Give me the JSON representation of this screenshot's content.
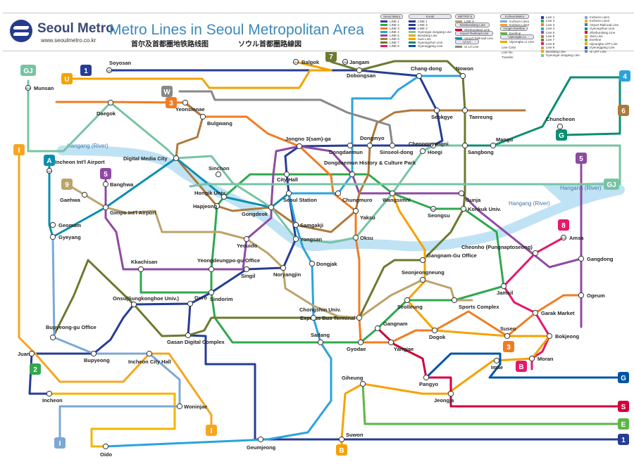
{
  "header": {
    "brand": "Seoul Metro",
    "url": "www.seoulmetro.co.kr",
    "title": "Metro Lines in Seoul Metropolitan Area",
    "subtitle_cn": "首尔及首都圈地铁路线图",
    "subtitle_jp": "ソウル首都圏路線図"
  },
  "legend": {
    "groups": [
      {
        "title": "Seoul Metro",
        "rows": [
          {
            "label": "LINE 1",
            "color": "#263c96"
          },
          {
            "label": "LINE 2",
            "color": "#2fa84f"
          },
          {
            "label": "LINE 3",
            "color": "#f07c22"
          },
          {
            "label": "LINE 4",
            "color": "#2ba3dc"
          },
          {
            "label": "LINE 5",
            "color": "#8e4aa3"
          },
          {
            "label": "LINE 6",
            "color": "#b0793b"
          },
          {
            "label": "LINE 7",
            "color": "#6b7a30"
          },
          {
            "label": "LINE 8",
            "color": "#e6186c"
          }
        ]
      },
      {
        "title": "Korail",
        "rows": [
          {
            "label": "LINE 1",
            "color": "#263c96"
          },
          {
            "label": "LINE 3",
            "color": "#263c96"
          },
          {
            "label": "LINE 4",
            "color": "#263c96"
          },
          {
            "label": "Gyeongui-Jungang Line",
            "color": "#77c4a3"
          },
          {
            "label": "Bundang Line",
            "color": "#f5a200"
          },
          {
            "label": "Suin Line",
            "color": "#f5a200"
          },
          {
            "label": "Gyeongchun Line",
            "color": "#0c8e72"
          },
          {
            "label": "Gyeonggang Line",
            "color": "#0054a6"
          }
        ]
      },
      {
        "title": "METRO 9",
        "rows": [
          {
            "label": "LINE 9",
            "color": "#bda36a"
          }
        ]
      },
      {
        "title": "Shinbundang Line",
        "rows": [
          {
            "label": "Shinbundang Line",
            "color": "#d4003b"
          }
        ]
      },
      {
        "title": "Airport Railroad Line",
        "rows": [
          {
            "label": "Airport Railroad Line",
            "color": "#0b8fb0"
          }
        ]
      },
      {
        "title": "IncheonMetro",
        "rows": [
          {
            "label": "Incheon Line1",
            "color": "#7ca8d5"
          },
          {
            "label": "Incheon Line2",
            "color": "#f5a623"
          }
        ]
      },
      {
        "title": "Yongin Everline",
        "rows": [
          {
            "label": "Everline",
            "color": "#5db645"
          }
        ]
      },
      {
        "title": "Uijeongbu Lt",
        "rows": [
          {
            "label": "Uijeongbu Lt Line",
            "color": "#f5a200"
          }
        ]
      },
      {
        "title": "Ui Lrt",
        "rows": [
          {
            "label": "Ui Lrt Line",
            "color": "#888888"
          }
        ]
      }
    ],
    "line_list": [
      {
        "label": "Line 1",
        "color": "#263c96"
      },
      {
        "label": "Line 2",
        "color": "#2fa84f"
      },
      {
        "label": "Line 3",
        "color": "#f07c22"
      },
      {
        "label": "Line 4",
        "color": "#2ba3dc"
      },
      {
        "label": "Line 5",
        "color": "#8e4aa3"
      },
      {
        "label": "Line 6",
        "color": "#b0793b"
      },
      {
        "label": "Line 7",
        "color": "#6b7a30"
      },
      {
        "label": "Line 8",
        "color": "#e6186c"
      },
      {
        "label": "Line 9",
        "color": "#bda36a"
      },
      {
        "label": "Bundang Line",
        "color": "#f5a200"
      },
      {
        "label": "Gyeongui-Jungang Line",
        "color": "#77c4a3"
      },
      {
        "label": "Incheon Line1",
        "color": "#7ca8d5"
      },
      {
        "label": "Incheon Line2",
        "color": "#f5a623"
      },
      {
        "label": "Airport Railroad Line",
        "color": "#0b8fb0"
      },
      {
        "label": "Gyeongchun Line",
        "color": "#0c8e72"
      },
      {
        "label": "Shinbundang Line",
        "color": "#d4003b"
      },
      {
        "label": "Suin Line",
        "color": "#f5a200"
      },
      {
        "label": "Everline",
        "color": "#5db645"
      },
      {
        "label": "Uijeongbu LRT Line",
        "color": "#f5a200"
      },
      {
        "label": "Gyeonggang Line",
        "color": "#0054a6"
      },
      {
        "label": "Ui LRT Line",
        "color": "#888888"
      }
    ],
    "key": {
      "line_color": "Line Color",
      "line_no": "Line No.",
      "transfer": "Transfer"
    }
  },
  "river_labels": [
    "Hangang (River)",
    "Hangang (River)",
    "Hangang (River)"
  ],
  "lines": [
    {
      "id": "1",
      "color": "#263c96"
    },
    {
      "id": "2",
      "color": "#2fa84f"
    },
    {
      "id": "3",
      "color": "#f07c22"
    },
    {
      "id": "4",
      "color": "#2ba3dc"
    },
    {
      "id": "5",
      "color": "#8e4aa3"
    },
    {
      "id": "6",
      "color": "#b0793b"
    },
    {
      "id": "7",
      "color": "#6b7a30"
    },
    {
      "id": "8",
      "color": "#e6186c"
    },
    {
      "id": "9",
      "color": "#bda36a"
    },
    {
      "id": "A",
      "color": "#0b8fb0"
    },
    {
      "id": "GJ",
      "color": "#77c4a3"
    },
    {
      "id": "G",
      "color": "#0c8e72"
    },
    {
      "id": "B",
      "color": "#f5a200"
    },
    {
      "id": "S",
      "color": "#d4003b"
    },
    {
      "id": "K",
      "color": "#0054a6"
    },
    {
      "id": "E",
      "color": "#5db645"
    },
    {
      "id": "SU",
      "color": "#f2b600"
    },
    {
      "id": "I",
      "color": "#7ca8d5"
    },
    {
      "id": "I2",
      "color": "#f5a623"
    },
    {
      "id": "U",
      "color": "#f5a200"
    },
    {
      "id": "W",
      "color": "#888888"
    }
  ],
  "badges": [
    {
      "label": "1",
      "color": "#263c96"
    },
    {
      "label": "U",
      "color": "#f5a200"
    },
    {
      "label": "GJ",
      "color": "#77c4a3"
    },
    {
      "label": "3",
      "color": "#f07c22"
    },
    {
      "label": "W",
      "color": "#888888"
    },
    {
      "label": "A",
      "color": "#0b8fb0"
    },
    {
      "label": "5",
      "color": "#8e4aa3"
    },
    {
      "label": "9",
      "color": "#bda36a"
    },
    {
      "label": "I",
      "color": "#f5a623"
    },
    {
      "label": "7",
      "color": "#6b7a30"
    },
    {
      "label": "4",
      "color": "#2ba3dc"
    },
    {
      "label": "6",
      "color": "#b0793b"
    },
    {
      "label": "G",
      "color": "#0c8e72"
    },
    {
      "label": "GJ",
      "color": "#77c4a3"
    },
    {
      "label": "8",
      "color": "#e6186c"
    },
    {
      "label": "5",
      "color": "#8e4aa3"
    },
    {
      "label": "2",
      "color": "#2fa84f"
    },
    {
      "label": "3",
      "color": "#f07c22"
    },
    {
      "label": "B",
      "color": "#e6186c"
    },
    {
      "label": "G",
      "color": "#0054a6"
    },
    {
      "label": "S",
      "color": "#d4003b"
    },
    {
      "label": "E",
      "color": "#5db645"
    },
    {
      "label": "1",
      "color": "#263c96"
    },
    {
      "label": "B",
      "color": "#f5a200"
    },
    {
      "label": "I",
      "color": "#7ca8d5"
    },
    {
      "label": "I",
      "color": "#f5a623"
    }
  ],
  "stations": [
    {
      "name": "Soyosan",
      "code": "100"
    },
    {
      "name": "Dobongsan",
      "code": ""
    },
    {
      "name": "Jangam",
      "code": "709"
    },
    {
      "name": "Chang-dong",
      "code": ""
    },
    {
      "name": "Nowon",
      "code": ""
    },
    {
      "name": "Seokgye",
      "code": ""
    },
    {
      "name": "Taereung",
      "code": ""
    },
    {
      "name": "Sangbong",
      "code": ""
    },
    {
      "name": "Hoegi",
      "code": ""
    },
    {
      "name": "Dongmyo",
      "code": ""
    },
    {
      "name": "Dongdaemun",
      "code": ""
    },
    {
      "name": "Sinseol-dong",
      "code": ""
    },
    {
      "name": "Jongno 3(sam)-ga",
      "code": ""
    },
    {
      "name": "City Hall",
      "code": ""
    },
    {
      "name": "Seoul Station",
      "code": ""
    },
    {
      "name": "Dongdaemun History & Culture Park",
      "code": ""
    },
    {
      "name": "Wangsimni",
      "code": ""
    },
    {
      "name": "Konkuk Univ.",
      "code": ""
    },
    {
      "name": "Seongsu",
      "code": "211"
    },
    {
      "name": "Jamsil",
      "code": ""
    },
    {
      "name": "Sports Complex",
      "code": ""
    },
    {
      "name": "Seolleung",
      "code": ""
    },
    {
      "name": "Gangnam",
      "code": ""
    },
    {
      "name": "Sadang",
      "code": ""
    },
    {
      "name": "Sindorim",
      "code": ""
    },
    {
      "name": "Guro",
      "code": ""
    },
    {
      "name": "Hongik Univ.",
      "code": ""
    },
    {
      "name": "Hapjeong",
      "code": ""
    },
    {
      "name": "Gongdeok",
      "code": ""
    },
    {
      "name": "Yeouido",
      "code": ""
    },
    {
      "name": "Yongsan",
      "code": ""
    },
    {
      "name": "Noryangjin",
      "code": ""
    },
    {
      "name": "Singil",
      "code": ""
    },
    {
      "name": "Digital Media City",
      "code": ""
    },
    {
      "name": "Gimpo Int'l Airport",
      "code": ""
    },
    {
      "name": "Incheon Int'l Airport",
      "code": "A10"
    },
    {
      "name": "Geomam",
      "code": ""
    },
    {
      "name": "Gyeyang",
      "code": ""
    },
    {
      "name": "Bupyeong",
      "code": ""
    },
    {
      "name": "Juan",
      "code": ""
    },
    {
      "name": "Incheon",
      "code": ""
    },
    {
      "name": "Onsu(Sungkonghoe Univ.)",
      "code": ""
    },
    {
      "name": "Gasan Digital Complex",
      "code": ""
    },
    {
      "name": "Express Bus Terminal",
      "code": ""
    },
    {
      "name": "Yaksu",
      "code": ""
    },
    {
      "name": "Oksu",
      "code": ""
    },
    {
      "name": "Dogok",
      "code": ""
    },
    {
      "name": "Suseo",
      "code": ""
    },
    {
      "name": "Garak Market",
      "code": ""
    },
    {
      "name": "Ogeum",
      "code": ""
    },
    {
      "name": "Bokjeong",
      "code": ""
    },
    {
      "name": "Moran",
      "code": ""
    },
    {
      "name": "Pangyo",
      "code": ""
    },
    {
      "name": "Jeongja",
      "code": ""
    },
    {
      "name": "Giheung",
      "code": ""
    },
    {
      "name": "Suwon",
      "code": ""
    },
    {
      "name": "Geumjeong",
      "code": ""
    },
    {
      "name": "Oido",
      "code": ""
    },
    {
      "name": "Cheonho (Pungnaptoseong)",
      "code": ""
    },
    {
      "name": "Gangdong",
      "code": ""
    },
    {
      "name": "Amsa",
      "code": "810"
    },
    {
      "name": "Daegok",
      "code": ""
    },
    {
      "name": "Yeonsinnae",
      "code": ""
    },
    {
      "name": "Bulgwang",
      "code": ""
    },
    {
      "name": "Munsan",
      "code": "K335"
    },
    {
      "name": "Gunja",
      "code": ""
    },
    {
      "name": "Chungmuro",
      "code": ""
    },
    {
      "name": "Cheongnyangni",
      "code": ""
    },
    {
      "name": "Gangnam-Gu Office",
      "code": ""
    },
    {
      "name": "Seonjeongneung",
      "code": ""
    },
    {
      "name": "Imae",
      "code": ""
    },
    {
      "name": "Woninjae",
      "code": ""
    },
    {
      "name": "Incheon City Hall",
      "code": ""
    },
    {
      "name": "Mangu",
      "code": ""
    },
    {
      "name": "Chuncheon",
      "code": ""
    },
    {
      "name": "Samgakji",
      "code": ""
    },
    {
      "name": "Dongjak",
      "code": ""
    },
    {
      "name": "Gyodae",
      "code": ""
    },
    {
      "name": "Sinchon",
      "code": ""
    },
    {
      "name": "Yeongdeungpo-gu Office",
      "code": ""
    },
    {
      "name": "Kkachisan",
      "code": ""
    },
    {
      "name": "Gaehwa",
      "code": ""
    },
    {
      "name": "Banghwa",
      "code": ""
    },
    {
      "name": "Balgok",
      "code": "U110"
    },
    {
      "name": "Yangjae",
      "code": ""
    },
    {
      "name": "Bupyeong-gu Office",
      "code": ""
    },
    {
      "name": "Chongshin Univ.",
      "code": ""
    }
  ]
}
